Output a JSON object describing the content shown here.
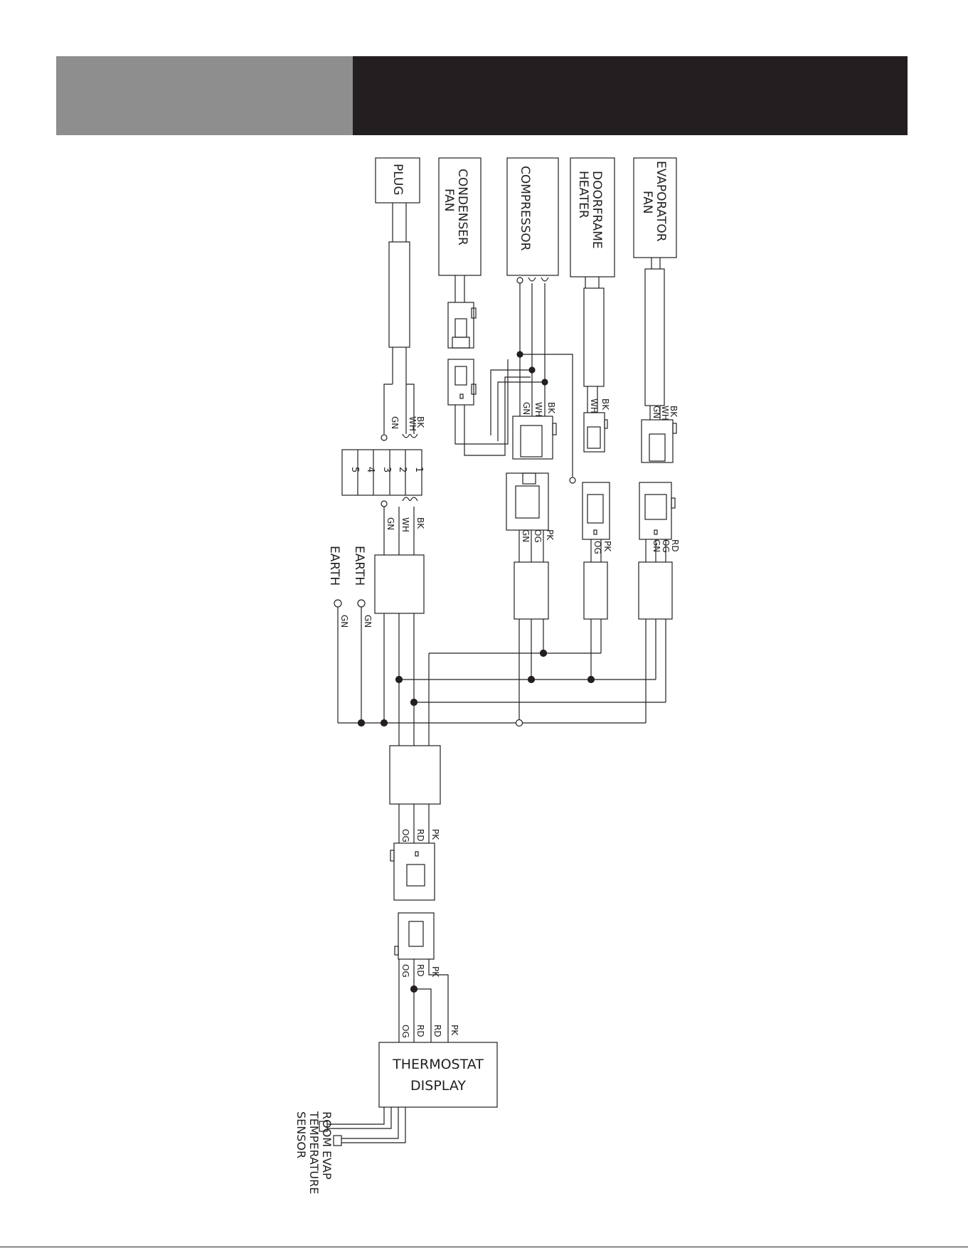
{
  "components": {
    "plug": "PLUG",
    "condenser_fan": [
      "CONDENSER",
      "FAN"
    ],
    "compressor": "COMPRESSOR",
    "doorframe_heater": [
      "DOORFRAME",
      "HEATER"
    ],
    "evaporator_fan": [
      "EVAPORATOR",
      "FAN"
    ],
    "thermostat_display": [
      "THERMOSTAT",
      "DISPLAY"
    ]
  },
  "terminal_block": [
    "1",
    "2",
    "3",
    "4",
    "5"
  ],
  "wire_colors": {
    "black": "BK",
    "white": "WH",
    "green": "GN",
    "orange": "OG",
    "pink": "PK",
    "red": "RD"
  },
  "earth_labels": [
    "EARTH",
    "EARTH"
  ],
  "sensors": {
    "room": [
      "ROOM",
      "TEMPERATURE",
      "SENSOR"
    ],
    "evap": "EVAP"
  },
  "colors": {
    "banner_left": "#8e8e8e",
    "banner_right": "#231f20",
    "line": "#231f20"
  }
}
